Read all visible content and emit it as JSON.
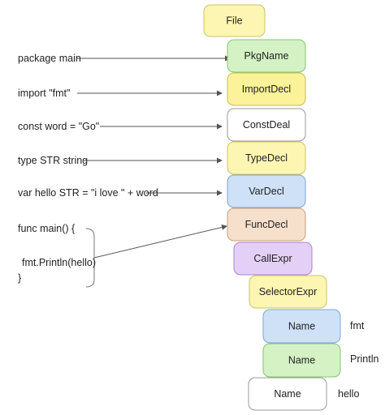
{
  "code_lines": [
    {
      "id": "package",
      "text": "package main"
    },
    {
      "id": "import",
      "text": "import \"fmt\""
    },
    {
      "id": "const",
      "text": "const word = \"Go\""
    },
    {
      "id": "type",
      "text": "type STR string"
    },
    {
      "id": "var",
      "text": "var hello STR = \"i love \" + word"
    },
    {
      "id": "func_open",
      "text": "func main() {"
    },
    {
      "id": "println",
      "text": "fmt.Println(hello)"
    },
    {
      "id": "func_close",
      "text": "}"
    }
  ],
  "nodes": [
    {
      "id": "file",
      "label": "File",
      "fill": "#fdf6b2",
      "stroke": "#c9c46a"
    },
    {
      "id": "pkgname",
      "label": "PkgName",
      "fill": "#d4f2c4",
      "stroke": "#86c46e"
    },
    {
      "id": "importdecl",
      "label": "ImportDecl",
      "fill": "#fbf29a",
      "stroke": "#c9bd4e"
    },
    {
      "id": "constdecl",
      "label": "ConstDeal",
      "fill": "#ffffff",
      "stroke": "#9a9a9a"
    },
    {
      "id": "typedecl",
      "label": "TypeDecl",
      "fill": "#fdf6b2",
      "stroke": "#c9c46a"
    },
    {
      "id": "vardecl",
      "label": "VarDecl",
      "fill": "#cfe1f7",
      "stroke": "#7ea6d4"
    },
    {
      "id": "funcdecl",
      "label": "FuncDecl",
      "fill": "#f6e0cc",
      "stroke": "#c9a07e"
    },
    {
      "id": "callexpr",
      "label": "CallExpr",
      "fill": "#e4d0f6",
      "stroke": "#a985cc"
    },
    {
      "id": "selectorexpr",
      "label": "SelectorExpr",
      "fill": "#fdf6b2",
      "stroke": "#c9c46a"
    },
    {
      "id": "name_fmt",
      "label": "Name",
      "fill": "#cfe1f7",
      "stroke": "#7ea6d4"
    },
    {
      "id": "name_println",
      "label": "Name",
      "fill": "#d4f2c4",
      "stroke": "#86c46e"
    },
    {
      "id": "name_hello",
      "label": "Name",
      "fill": "#ffffff",
      "stroke": "#9a9a9a"
    }
  ],
  "side_labels": [
    {
      "id": "fmt",
      "text": "fmt"
    },
    {
      "id": "println",
      "text": "Println"
    },
    {
      "id": "hello",
      "text": "hello"
    }
  ],
  "colors": {
    "line": "#555555",
    "bracket": "#777777"
  }
}
